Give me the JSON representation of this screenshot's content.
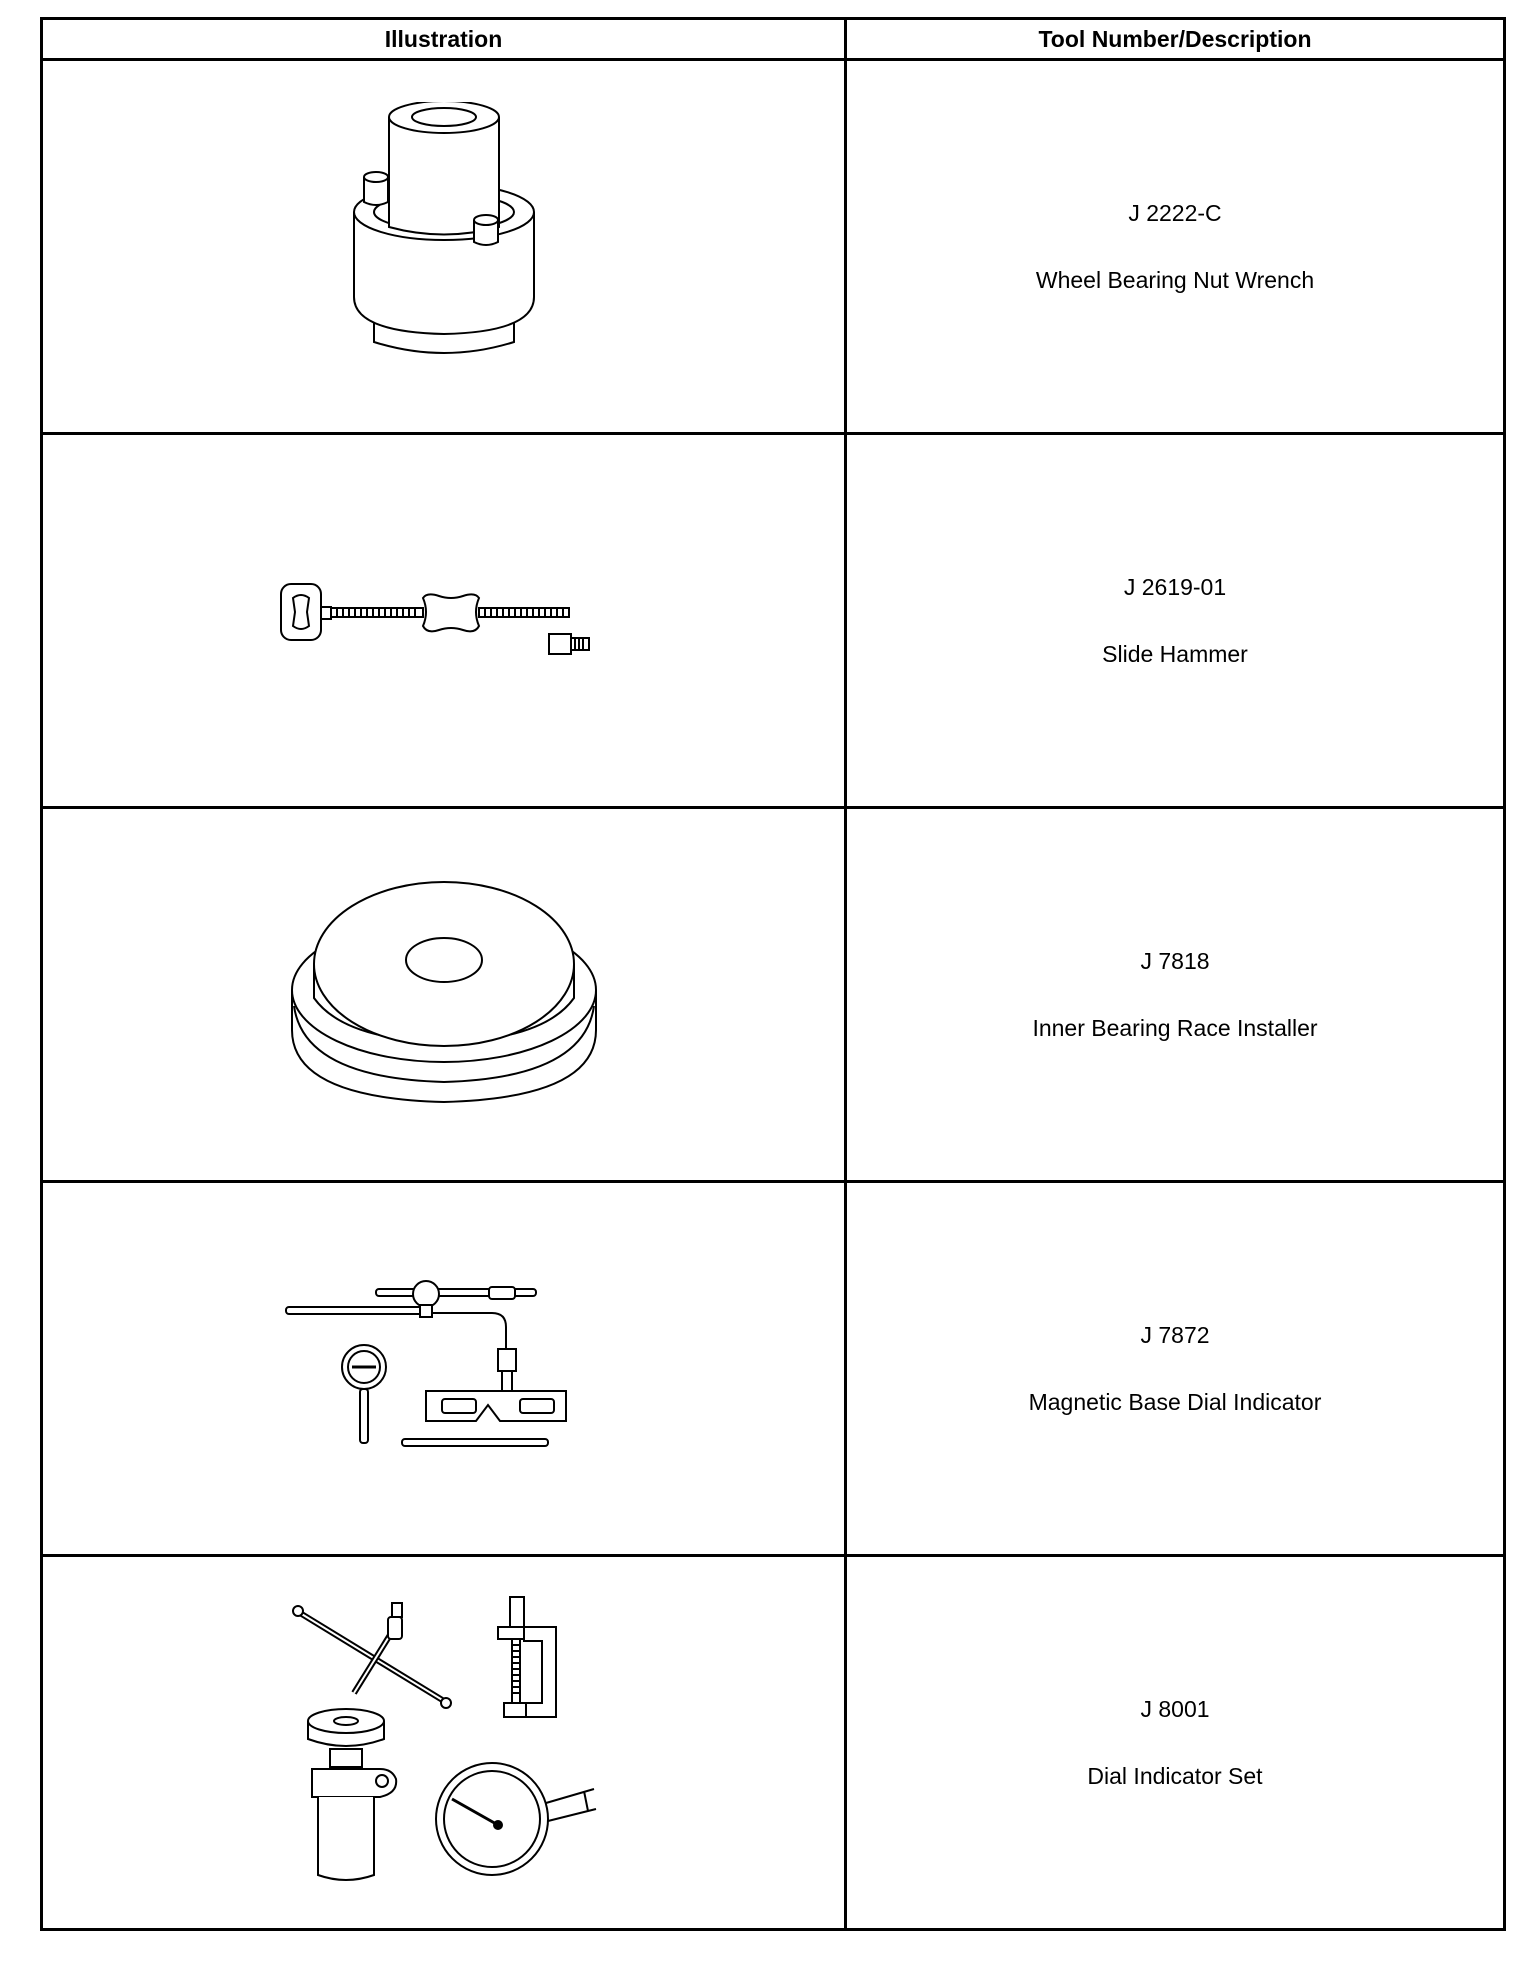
{
  "headers": {
    "illustration": "Illustration",
    "tool": "Tool Number/Description"
  },
  "tools": [
    {
      "number": "J 2222-C",
      "description": "Wheel Bearing Nut Wrench",
      "icon": "wheel-bearing-nut-wrench-icon"
    },
    {
      "number": "J 2619-01",
      "description": "Slide Hammer",
      "icon": "slide-hammer-icon"
    },
    {
      "number": "J 7818",
      "description": "Inner Bearing Race Installer",
      "icon": "race-installer-icon"
    },
    {
      "number": "J 7872",
      "description": "Magnetic Base Dial Indicator",
      "icon": "magnetic-base-dial-indicator-icon"
    },
    {
      "number": "J 8001",
      "description": "Dial Indicator Set",
      "icon": "dial-indicator-set-icon"
    }
  ]
}
